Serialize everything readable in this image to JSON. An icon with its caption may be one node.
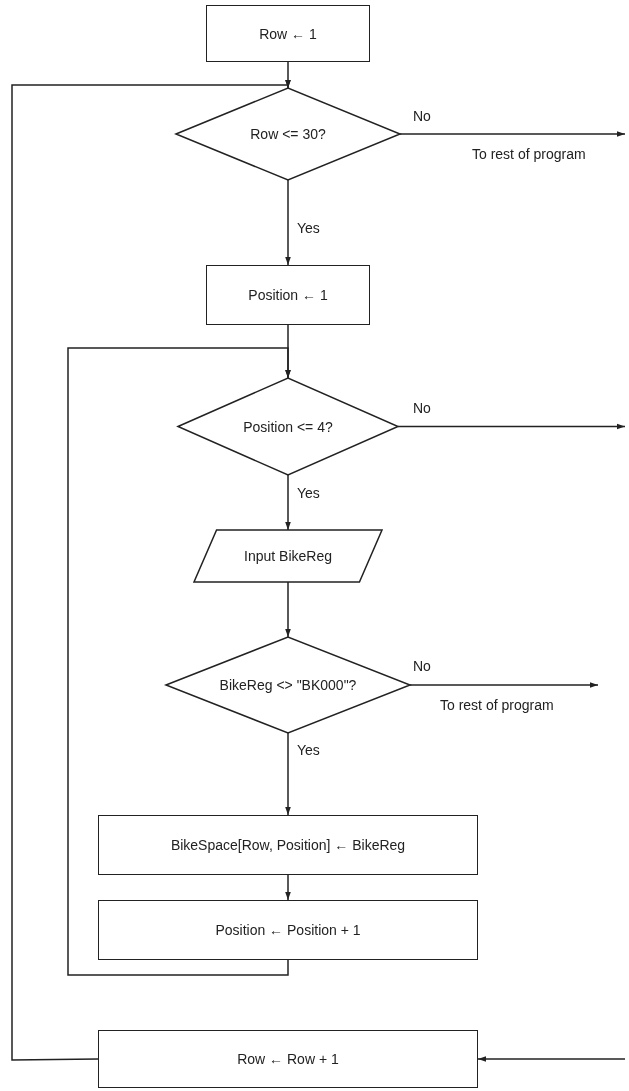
{
  "diagram": {
    "nodes": [
      {
        "text": [
          "Row ← 1"
        ]
      },
      {
        "text": [
          "Row <= 30?"
        ]
      },
      {
        "text": [
          "Position ← 1"
        ]
      },
      {
        "text": [
          "Position <= 4?"
        ]
      },
      {
        "text": [
          "Input BikeReg"
        ]
      },
      {
        "text": [
          "BikeReg <> \"BK000\"?"
        ]
      },
      {
        "text": [
          "BikeSpace[Row, Position] ← BikeReg"
        ]
      },
      {
        "text": [
          "Position ← Position + 1"
        ]
      },
      {
        "text": [
          "Row ← Row + 1"
        ]
      }
    ],
    "edges": [
      {
        "from": 0,
        "to": 1,
        "arrow": "to"
      },
      {
        "from": 1,
        "to": null,
        "arrow": "to",
        "label": "No"
      },
      {
        "from": 1,
        "to": 2,
        "arrow": "to",
        "label": "Yes"
      },
      {
        "from": 2,
        "to": 3,
        "arrow": "to"
      },
      {
        "from": 3,
        "to": null,
        "arrow": "to",
        "label": "No"
      },
      {
        "from": 3,
        "to": 4,
        "arrow": "to",
        "label": "Yes"
      },
      {
        "from": 4,
        "to": 5,
        "arrow": "to"
      },
      {
        "from": 5,
        "to": null,
        "arrow": "to",
        "label": "No"
      },
      {
        "from": 5,
        "to": 6,
        "arrow": "to",
        "label": "Yes"
      },
      {
        "from": 6,
        "to": 7,
        "arrow": "to"
      },
      {
        "from": 7,
        "to": 3,
        "arrow": "to"
      },
      {
        "from": 8,
        "to": 1,
        "arrow": "to"
      },
      {
        "from": null,
        "to": 8,
        "arrow": "to"
      }
    ],
    "labels": [
      "To rest of program",
      "To rest of program"
    ]
  }
}
